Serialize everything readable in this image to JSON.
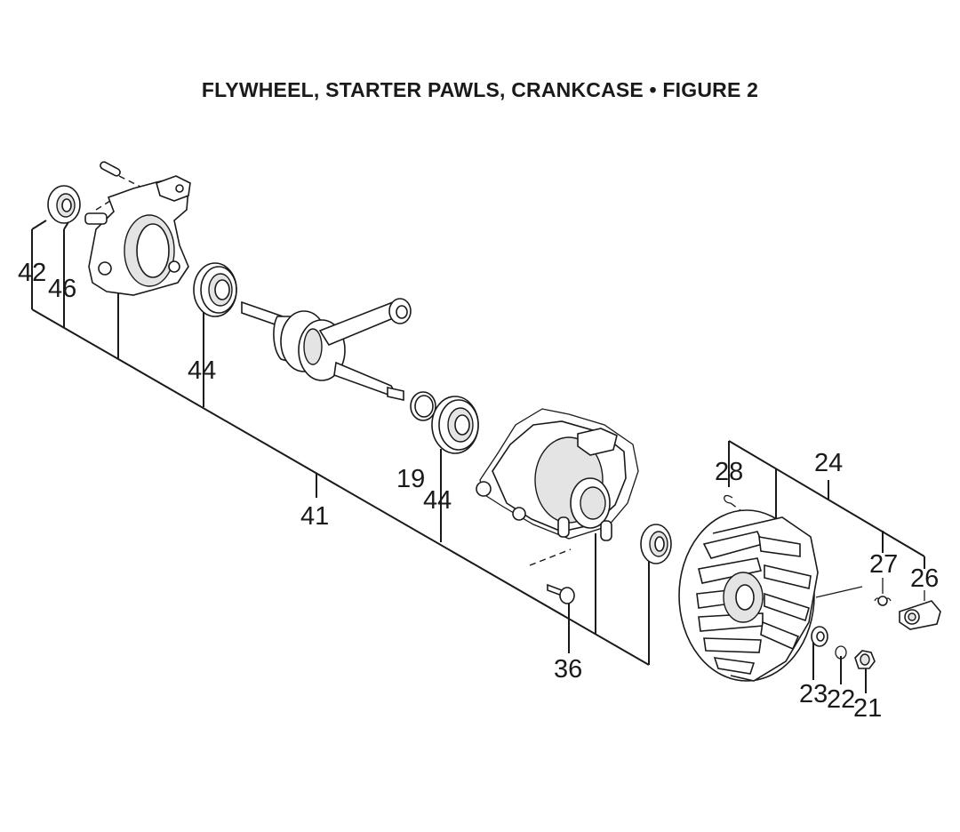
{
  "title": "FLYWHEEL, STARTER PAWLS, CRANKCASE  •  FIGURE 2",
  "callouts": {
    "c42": "42",
    "c46": "46",
    "c44a": "44",
    "c41": "41",
    "c19": "19",
    "c44b": "44",
    "c36": "36",
    "c28": "28",
    "c24": "24",
    "c27": "27",
    "c26": "26",
    "c23": "23",
    "c22": "22",
    "c21": "21"
  },
  "parts": [
    {
      "id": "42",
      "name": "bearing-small"
    },
    {
      "id": "46",
      "name": "crankcase-half-left"
    },
    {
      "id": "44",
      "name": "ball-bearing"
    },
    {
      "id": "41",
      "name": "crankcase-assembly"
    },
    {
      "id": "19",
      "name": "retaining-ring"
    },
    {
      "id": "36",
      "name": "screw"
    },
    {
      "id": "28",
      "name": "clip"
    },
    {
      "id": "24",
      "name": "flywheel-assembly"
    },
    {
      "id": "27",
      "name": "spring"
    },
    {
      "id": "26",
      "name": "starter-pawl"
    },
    {
      "id": "23",
      "name": "washer"
    },
    {
      "id": "22",
      "name": "lock-washer"
    },
    {
      "id": "21",
      "name": "nut"
    }
  ]
}
